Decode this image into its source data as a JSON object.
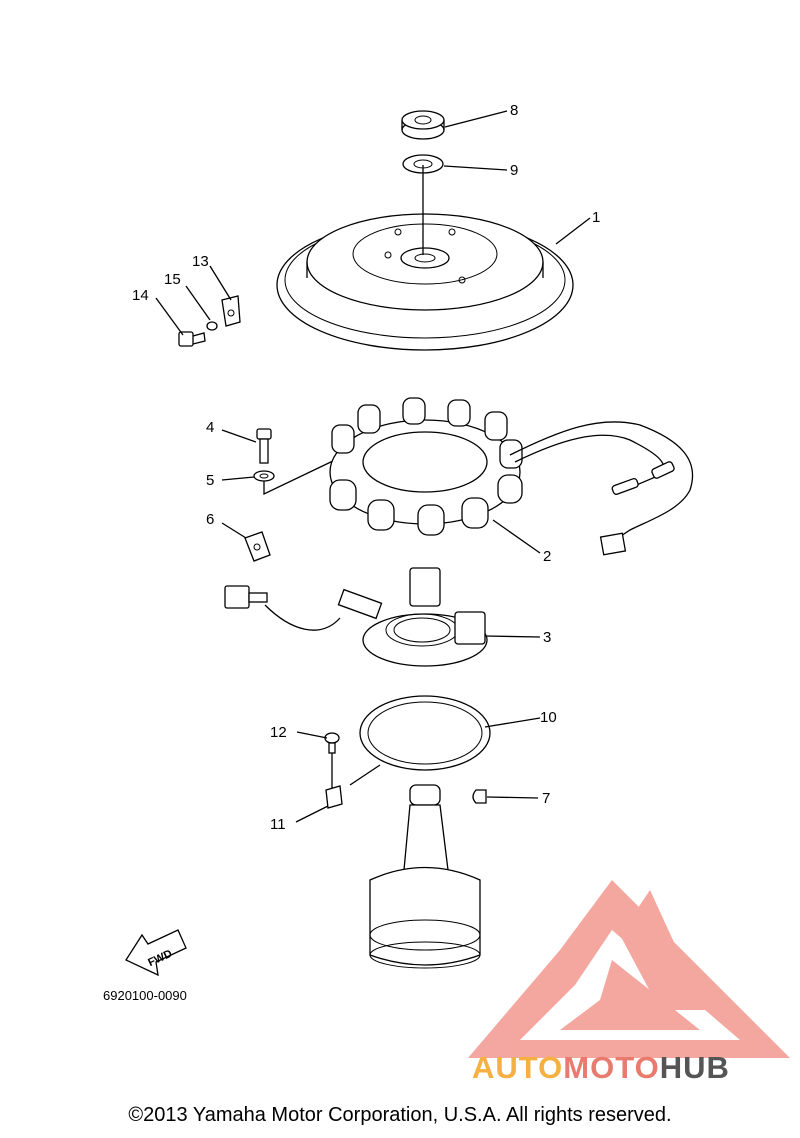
{
  "callouts": {
    "p1": "1",
    "p2": "2",
    "p3": "3",
    "p4": "4",
    "p5": "5",
    "p6": "6",
    "p7": "7",
    "p8": "8",
    "p9": "9",
    "p10": "10",
    "p11": "11",
    "p12": "12",
    "p13": "13",
    "p14": "14",
    "p15": "15"
  },
  "fwd_label": "FWD",
  "part_code": "6920100-0090",
  "copyright": "©2013 Yamaha Motor Corporation, U.S.A. All rights reserved.",
  "watermark": {
    "brand_part1": "AUTO",
    "brand_part2": "MOTO",
    "brand_part3": "HUB",
    "colors": {
      "auto": "#f5b041",
      "moto": "#e87a6e",
      "hub": "#555555",
      "logo": "#f08a80"
    }
  }
}
